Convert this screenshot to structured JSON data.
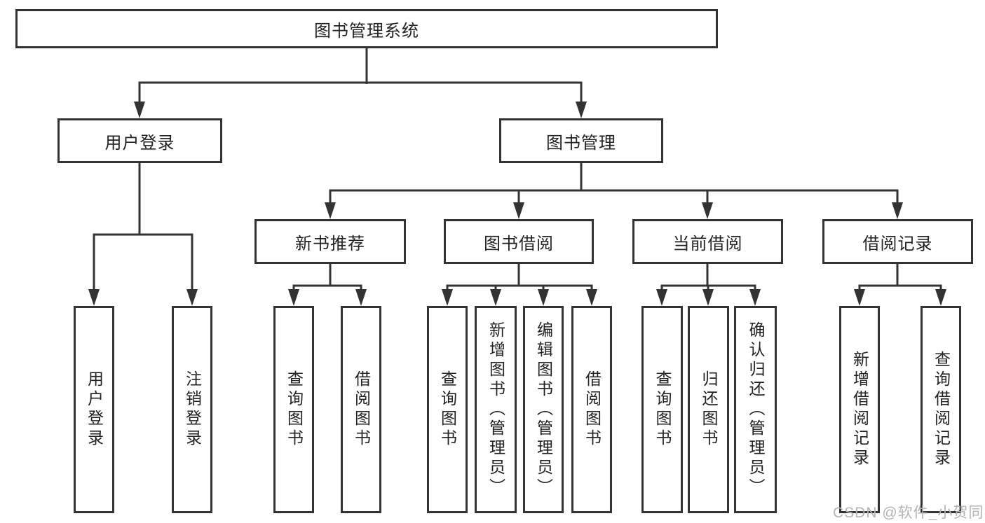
{
  "diagram": {
    "root": {
      "label": "图书管理系统"
    },
    "level2": [
      {
        "label": "用户登录"
      },
      {
        "label": "图书管理"
      }
    ],
    "level3": [
      {
        "label": "新书推荐"
      },
      {
        "label": "图书借阅"
      },
      {
        "label": "当前借阅"
      },
      {
        "label": "借阅记录"
      }
    ],
    "leaves": {
      "user_login": [
        "用户登录",
        "注销登录"
      ],
      "new_book_recommend": [
        "查询图书",
        "借阅图书"
      ],
      "book_borrow": [
        "查询图书",
        "新增图书（管理员）",
        "编辑图书（管理员）",
        "借阅图书"
      ],
      "current_borrow": [
        "查询图书",
        "归还图书",
        "确认归还（管理员）"
      ],
      "borrow_records": [
        "新增借阅记录",
        "查询借阅记录"
      ]
    },
    "colors": {
      "line": "#333333",
      "text": "#222222",
      "background": "#ffffff",
      "watermark": "#b4b4b4"
    }
  },
  "watermark": "CSDN @软件_小贺同学"
}
